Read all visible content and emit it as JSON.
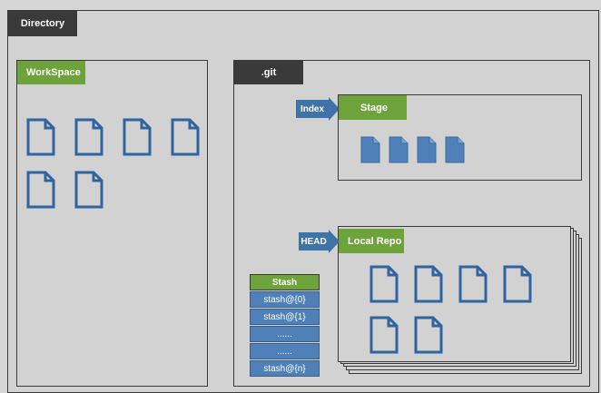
{
  "directory": {
    "label": "Directory"
  },
  "workspace": {
    "label": "WorkSpace"
  },
  "git": {
    "label": ".git"
  },
  "index": {
    "arrow_label": "Index",
    "stage_label": "Stage"
  },
  "head": {
    "arrow_label": "HEAD",
    "repo_label": "Local Repo"
  },
  "stash": {
    "header": "Stash",
    "items": [
      "stash@{0}",
      "stash@{1}",
      "......",
      "......",
      "stash@{n}"
    ]
  },
  "colors": {
    "dark_tab": "#3a3a3a",
    "green_tab": "#6ea33c",
    "blue": "#3f73a8"
  },
  "icons": {
    "file": "document-icon"
  }
}
